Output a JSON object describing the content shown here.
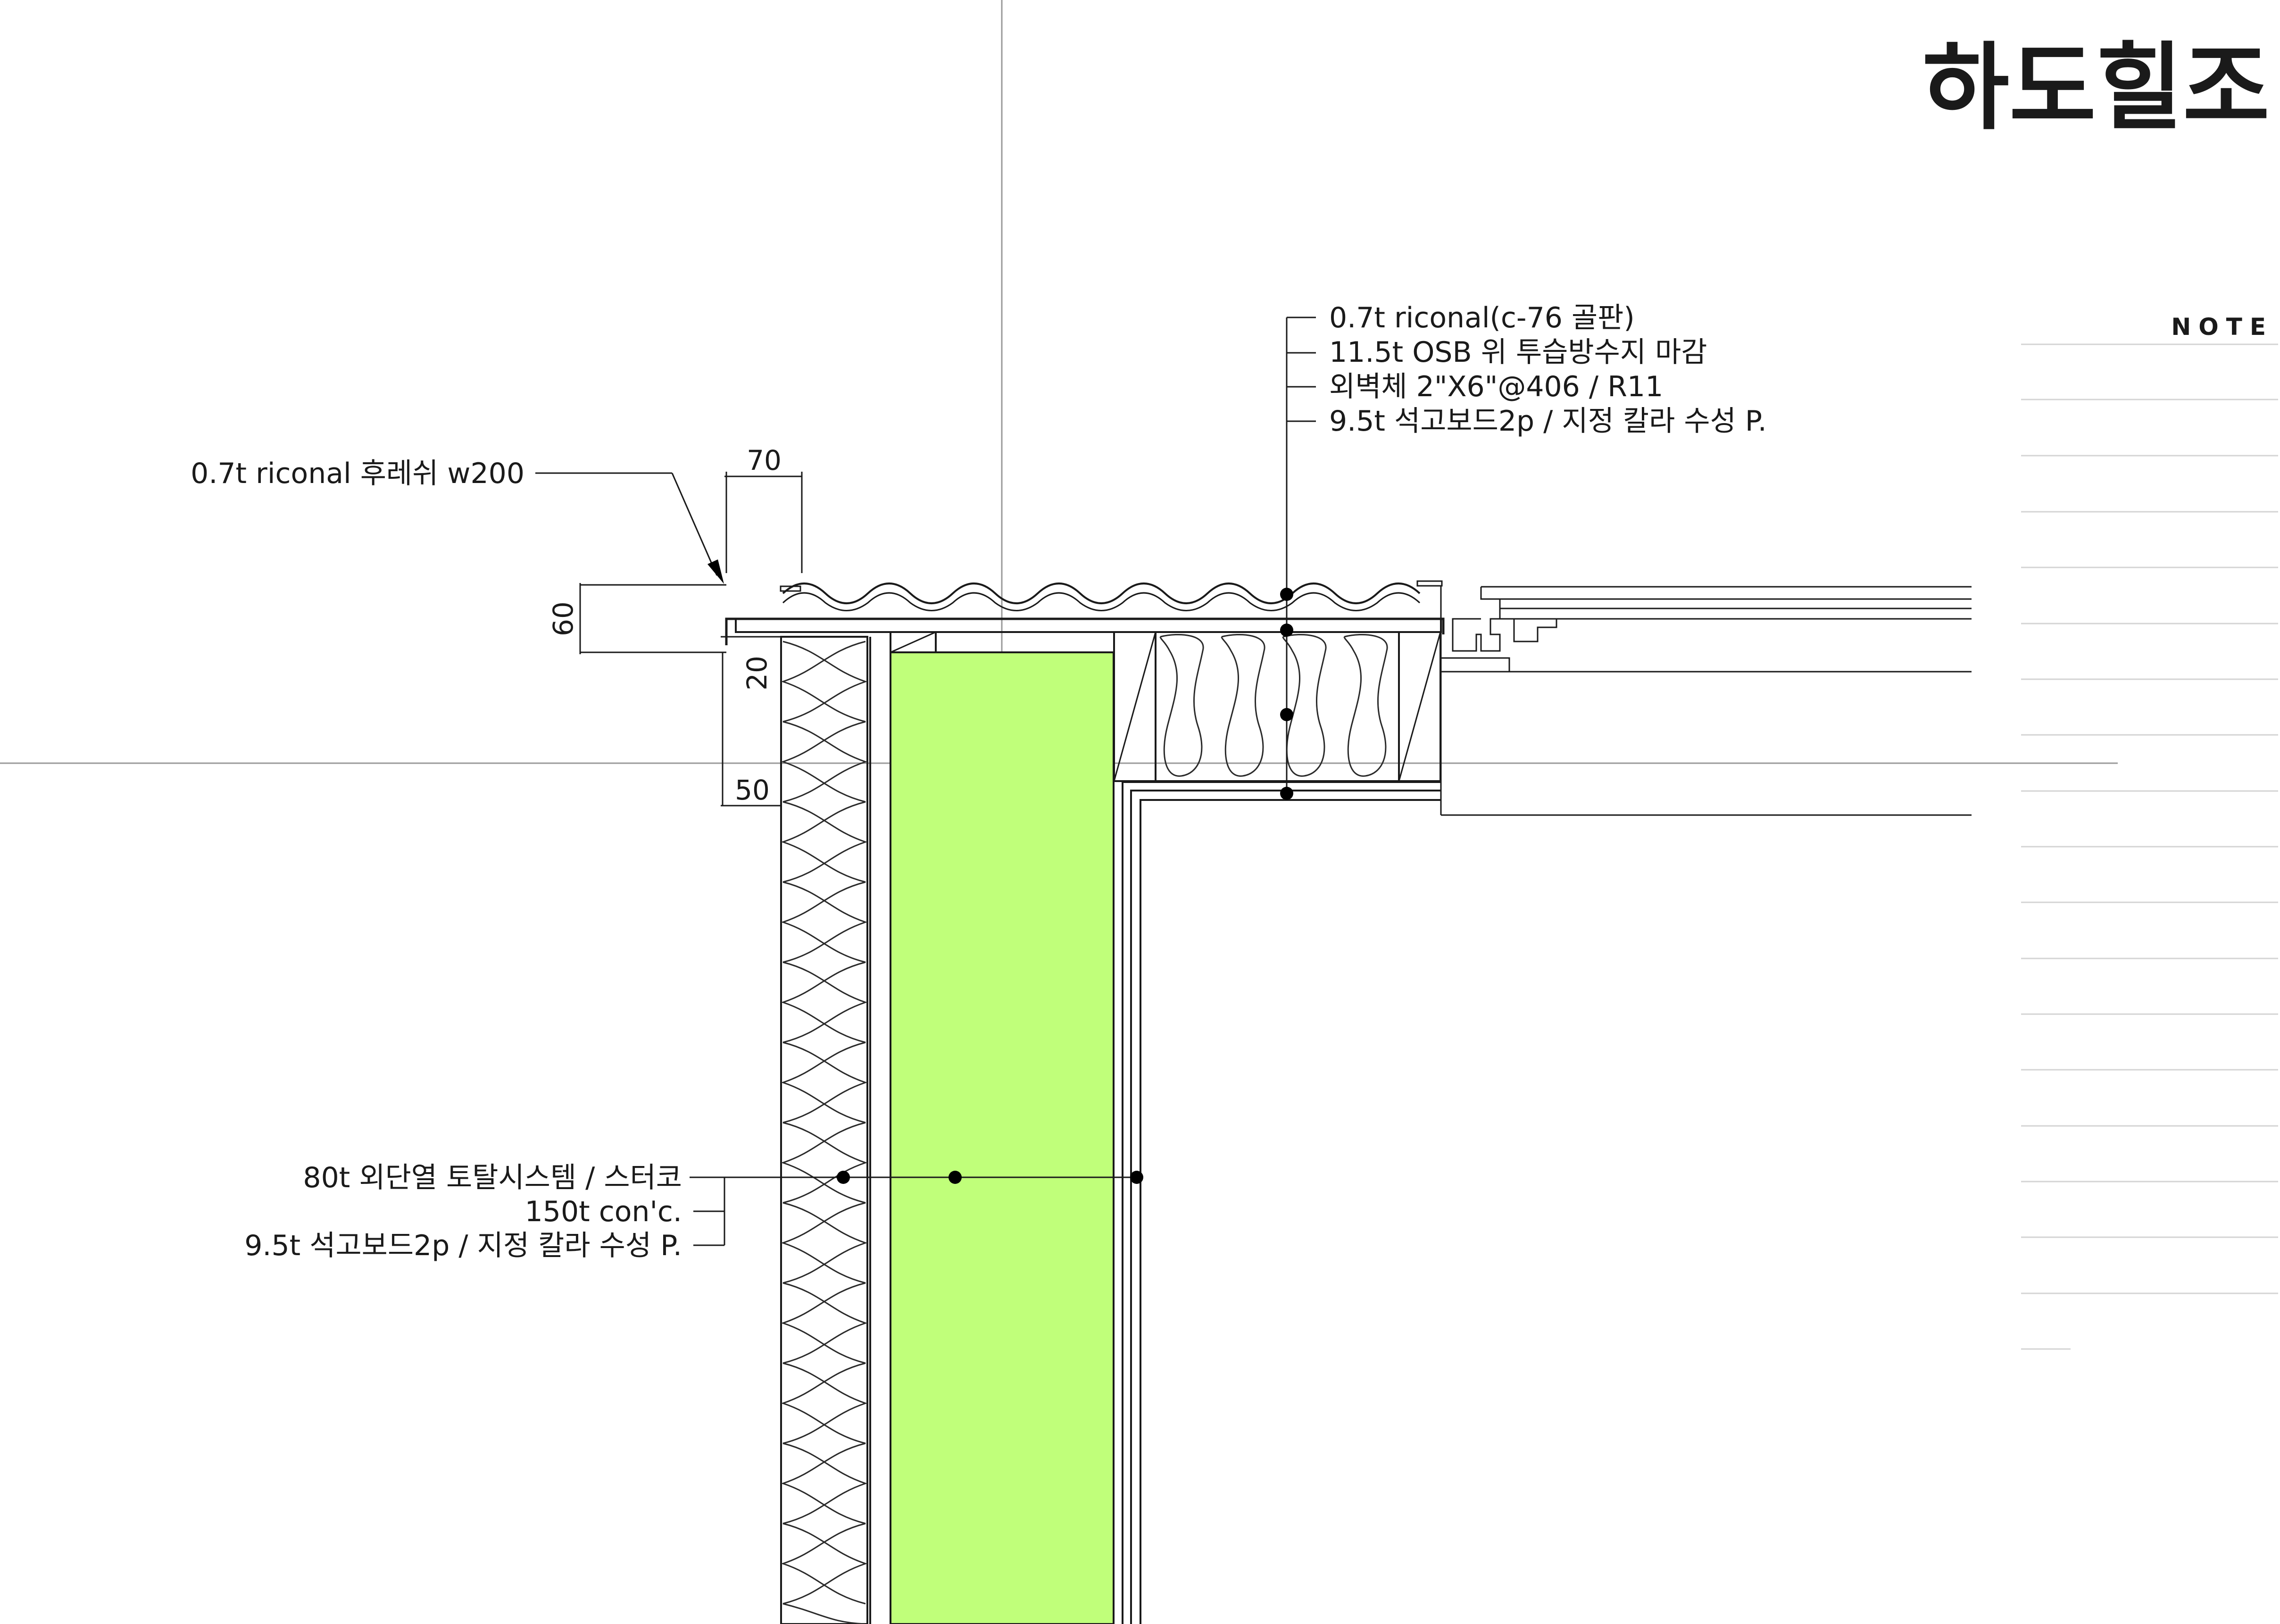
{
  "brand": {
    "logo_text": "하도힐조"
  },
  "note_panel": {
    "title": "NOTE"
  },
  "annotations": {
    "roof_layers": [
      "0.7t riconal(c-76 골판)",
      "11.5t OSB 위 투습방수지 마감",
      "외벽체 2\"X6\"@406 / R11",
      "9.5t 석고보드2p / 지정 칼라 수성 P."
    ],
    "flashing": "0.7t riconal 후레쉬 w200",
    "wall_layers": [
      "80t 외단열 토탈시스템 / 스터코",
      "150t con'c.",
      "9.5t 석고보드2p / 지정 칼라 수성 P."
    ]
  },
  "dimensions": {
    "flashing_width": "70",
    "flashing_height": "60",
    "gap_20": "20",
    "gap_50": "50"
  },
  "colors": {
    "concrete_fill": "#c0ff7a",
    "line": "#1a1a1a",
    "leader_dot": "#000000",
    "note_rule": "#d4d4d4"
  }
}
